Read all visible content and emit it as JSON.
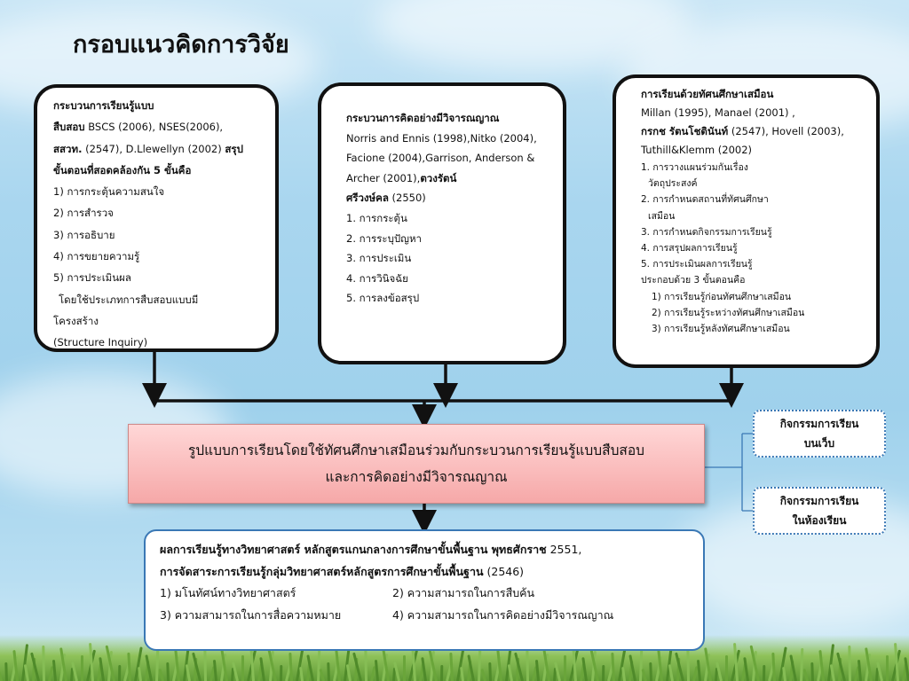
{
  "title": "กรอบแนวคิดการวิจัย",
  "box1": {
    "line1": "กระบวนการเรียนรู้แบบ",
    "line2_bold": "สืบสอบ",
    "line2_rest": " BSCS (2006), NSES(2006),",
    "line3_bold": "สสวท.",
    "line3_rest": " (2547), D.Llewellyn (2002) ",
    "line3_bold2": "สรุป",
    "line4": "ขั้นตอนที่สอดคล้องกัน 5 ขั้นคือ",
    "steps": [
      "1) การกระตุ้นความสนใจ",
      "2) การสำรวจ",
      "3) การอธิบาย",
      "4) การขยายความรู้",
      "5) การประเมินผล"
    ],
    "note1": "โดยใช้ประเภทการสืบสอบแบบมี",
    "note2": "โครงสร้าง",
    "note3": "(Structure Inquiry)"
  },
  "box2": {
    "heading": "กระบวนการคิดอย่างมีวิจารณญาณ",
    "ref1": "Norris and Ennis (1998),Nitko (2004),",
    "ref2": "Facione (2004),Garrison, Anderson &",
    "ref3": "Archer (2001),",
    "ref3_bold": "ตวงรัตน์",
    "ref4_bold": "ศรีวงษ์คล",
    "ref4_rest": " (2550)",
    "steps": [
      "1. การกระตุ้น",
      "2. การระบุปัญหา",
      "3. การประเมิน",
      "4. การวินิจฉัย",
      "5. การลงข้อสรุป"
    ]
  },
  "box3": {
    "heading": "การเรียนด้วยทัศนศึกษาเสมือน",
    "ref1": "Millan (1995), Manael (2001) ,",
    "ref2_bold": "กรกช รัตนโชตินันท์",
    "ref2_rest": " (2547), Hovell (2003),",
    "ref3": "Tuthill&Klemm (2002)",
    "steps": [
      "1. การวางแผนร่วมกันเรื่อง",
      "   วัตถุประสงค์",
      "2. การกำหนดสถานที่ทัศนศึกษา",
      "   เสมือน",
      "3. การกำหนดกิจกรรมการเรียนรู้",
      "4. การสรุปผลการเรียนรู้",
      "5. การประเมินผลการเรียนรู้"
    ],
    "phase_intro": "ประกอบด้วย 3 ขั้นตอนคือ",
    "phases": [
      "1) การเรียนรู้ก่อนทัศนศึกษาเสมือน",
      "2) การเรียนรู้ระหว่างทัศนศึกษาเสมือน",
      "3) การเรียนรู้หลังทัศนศึกษาเสมือน"
    ]
  },
  "center": {
    "line1": "รูปแบบการเรียนโดยใช้ทัศนศึกษาเสมือนร่วมกับกระบวนการเรียนรู้แบบสืบสอบ",
    "line2": "และการคิดอย่างมีวิจารณญาณ"
  },
  "side1": {
    "line1": "กิจกรรมการเรียน",
    "line2": "บนเว็บ"
  },
  "side2": {
    "line1": "กิจกรรมการเรียน",
    "line2": "ในห้องเรียน"
  },
  "result": {
    "line1_bold": "ผลการเรียนรู้ทางวิทยาศาสตร์ หลักสูตรแกนกลางการศึกษาขั้นพื้นฐาน พุทธศักราช",
    "line1_rest": " 2551,",
    "line2_bold": "การจัดสาระการเรียนรู้กลุ่มวิทยาศาสตร์หลักสูตรการศึกษาขั้นพื้นฐาน",
    "line2_rest": " (2546)",
    "item1": "1) มโนทัศน์ทางวิทยาศาสตร์",
    "item2": "2) ความสามารถในการสืบค้น",
    "item3": "3) ความสามารถในการสื่อความหมาย",
    "item4": "4) ความสามารถในการคิดอย่างมีวิจารณญาณ"
  }
}
